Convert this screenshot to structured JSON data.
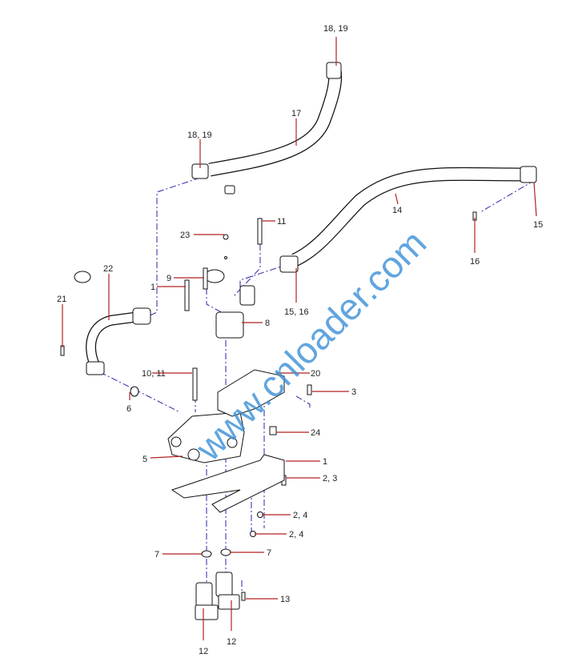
{
  "watermark": "www.cnloader.com",
  "callouts": {
    "c1": "18, 19",
    "c2": "17",
    "c3": "18, 19",
    "c4": "22",
    "c5": "21",
    "c6": "23",
    "c7": "11",
    "c8": "9",
    "c9": "1",
    "c10": "8",
    "c11": "15, 16",
    "c12": "14",
    "c13": "15",
    "c14": "16",
    "c15": "10, 11",
    "c16": "20",
    "c17": "3",
    "c18": "6",
    "c19": "24",
    "c20": "5",
    "c21": "1",
    "c22": "2, 3",
    "c23": "2, 4",
    "c24": "2, 4",
    "c25": "7",
    "c26": "7",
    "c27": "13",
    "c28": "12",
    "c29": "12"
  },
  "colors": {
    "leader": "#b22222",
    "centerline": "#3a3ab0",
    "watermark": "#3a8fd8"
  }
}
